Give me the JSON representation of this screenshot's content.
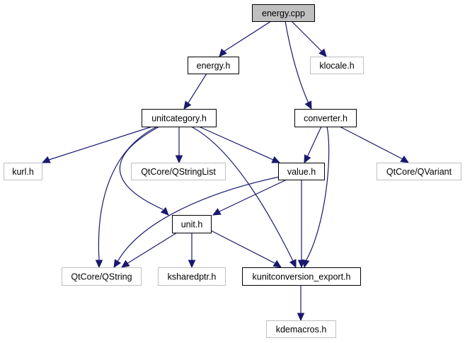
{
  "diagram": {
    "title": "energy.cpp include dependency graph",
    "colors": {
      "edge": "#191970",
      "root_fill": "#bfbfbf",
      "root_border": "#000000",
      "documented_border": "#000000",
      "external_border": "#bfbfbf",
      "node_fill": "#ffffff"
    },
    "nodes": [
      {
        "id": "energy_cpp",
        "label": "energy.cpp",
        "kind": "root"
      },
      {
        "id": "energy_h",
        "label": "energy.h",
        "kind": "documented"
      },
      {
        "id": "klocale_h",
        "label": "klocale.h",
        "kind": "external"
      },
      {
        "id": "unitcategory_h",
        "label": "unitcategory.h",
        "kind": "documented"
      },
      {
        "id": "converter_h",
        "label": "converter.h",
        "kind": "documented"
      },
      {
        "id": "kurl_h",
        "label": "kurl.h",
        "kind": "external"
      },
      {
        "id": "qstringlist",
        "label": "QtCore/QStringList",
        "kind": "external"
      },
      {
        "id": "value_h",
        "label": "value.h",
        "kind": "documented"
      },
      {
        "id": "qvariant",
        "label": "QtCore/QVariant",
        "kind": "external"
      },
      {
        "id": "unit_h",
        "label": "unit.h",
        "kind": "documented"
      },
      {
        "id": "qstring",
        "label": "QtCore/QString",
        "kind": "external"
      },
      {
        "id": "ksharedptr_h",
        "label": "ksharedptr.h",
        "kind": "external"
      },
      {
        "id": "kunitconversion_export_h",
        "label": "kunitconversion_export.h",
        "kind": "documented"
      },
      {
        "id": "kdemacros_h",
        "label": "kdemacros.h",
        "kind": "external"
      }
    ],
    "edges": [
      {
        "from": "energy_cpp",
        "to": "energy_h"
      },
      {
        "from": "energy_cpp",
        "to": "klocale_h"
      },
      {
        "from": "energy_cpp",
        "to": "converter_h"
      },
      {
        "from": "energy_h",
        "to": "unitcategory_h"
      },
      {
        "from": "unitcategory_h",
        "to": "kurl_h"
      },
      {
        "from": "unitcategory_h",
        "to": "qstringlist"
      },
      {
        "from": "unitcategory_h",
        "to": "value_h"
      },
      {
        "from": "unitcategory_h",
        "to": "unit_h"
      },
      {
        "from": "unitcategory_h",
        "to": "qstring"
      },
      {
        "from": "unitcategory_h",
        "to": "kunitconversion_export_h"
      },
      {
        "from": "converter_h",
        "to": "value_h"
      },
      {
        "from": "converter_h",
        "to": "qvariant"
      },
      {
        "from": "converter_h",
        "to": "kunitconversion_export_h"
      },
      {
        "from": "value_h",
        "to": "unit_h"
      },
      {
        "from": "value_h",
        "to": "qstring"
      },
      {
        "from": "value_h",
        "to": "kunitconversion_export_h"
      },
      {
        "from": "unit_h",
        "to": "qstring"
      },
      {
        "from": "unit_h",
        "to": "ksharedptr_h"
      },
      {
        "from": "unit_h",
        "to": "kunitconversion_export_h"
      },
      {
        "from": "kunitconversion_export_h",
        "to": "kdemacros_h"
      }
    ]
  }
}
